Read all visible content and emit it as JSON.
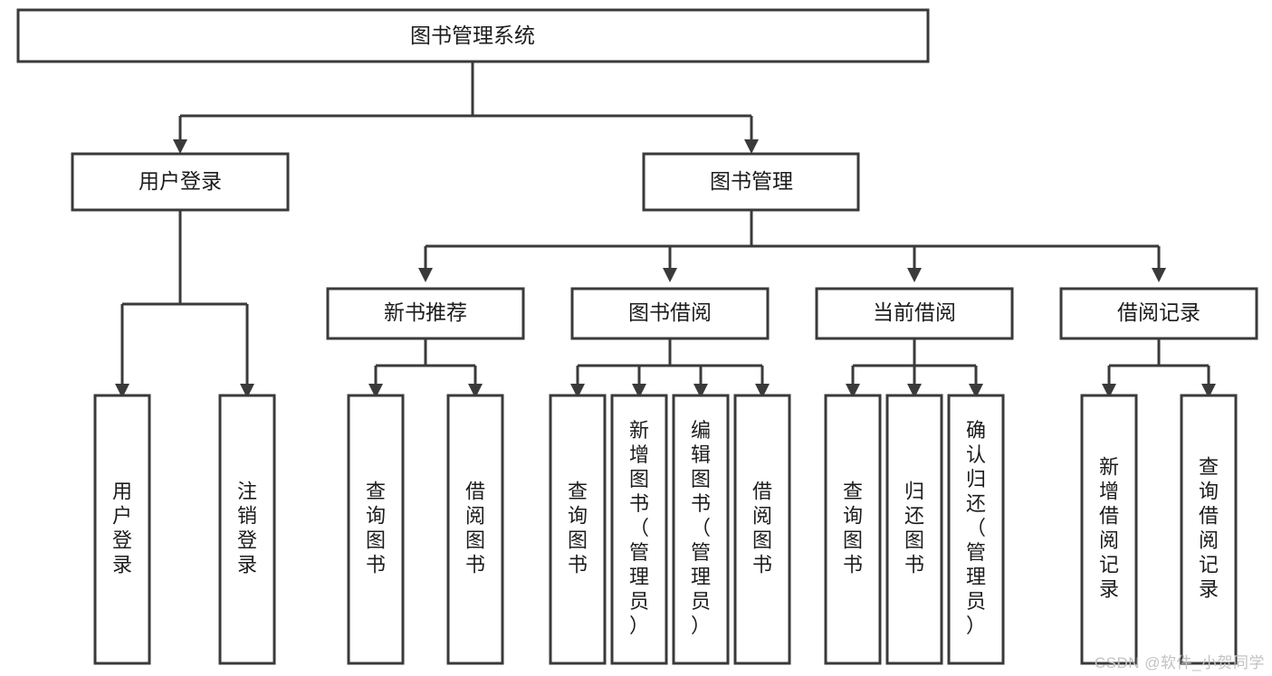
{
  "diagram": {
    "title": "图书管理系统",
    "type": "tree-hierarchy-chart",
    "root": {
      "id": "root",
      "label": "图书管理系统"
    },
    "level1": [
      {
        "id": "user-login",
        "label": "用户登录"
      },
      {
        "id": "book-management",
        "label": "图书管理"
      }
    ],
    "level2": [
      {
        "id": "new-book-recommend",
        "label": "新书推荐"
      },
      {
        "id": "book-borrow",
        "label": "图书借阅"
      },
      {
        "id": "current-borrow",
        "label": "当前借阅"
      },
      {
        "id": "borrow-record",
        "label": "借阅记录"
      }
    ],
    "leaves": {
      "user-login": [
        {
          "id": "leaf-user-login",
          "label": "用户登录"
        },
        {
          "id": "leaf-logout-login",
          "label": "注销登录"
        }
      ],
      "new-book-recommend": [
        {
          "id": "leaf-query-book-1",
          "label": "查询图书"
        },
        {
          "id": "leaf-borrow-book-1",
          "label": "借阅图书"
        }
      ],
      "book-borrow": [
        {
          "id": "leaf-query-book-2",
          "label": "查询图书"
        },
        {
          "id": "leaf-add-book",
          "label": "新增图书（管理员）"
        },
        {
          "id": "leaf-edit-book",
          "label": "编辑图书（管理员）"
        },
        {
          "id": "leaf-borrow-book-2",
          "label": "借阅图书"
        }
      ],
      "current-borrow": [
        {
          "id": "leaf-query-book-3",
          "label": "查询图书"
        },
        {
          "id": "leaf-return-book",
          "label": "归还图书"
        },
        {
          "id": "leaf-confirm-return",
          "label": "确认归还（管理员）"
        }
      ],
      "borrow-record": [
        {
          "id": "leaf-add-record",
          "label": "新增借阅记录"
        },
        {
          "id": "leaf-query-record",
          "label": "查询借阅记录"
        }
      ]
    },
    "colors": {
      "box_fill": "#ffffff",
      "box_stroke": "#3a3a3a",
      "text": "#1c1c1c",
      "background": "#ffffff",
      "watermark": "#c2c2c2"
    }
  },
  "watermark": {
    "text": "CSDN @软件_小贺同学"
  }
}
